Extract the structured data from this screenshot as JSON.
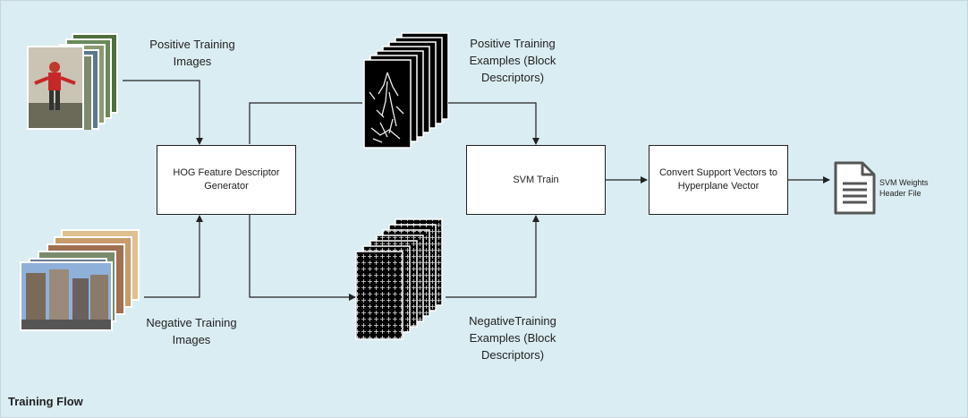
{
  "diagram": {
    "title": "Training Flow",
    "nodes": {
      "hog": "HOG Feature Descriptor Generator",
      "svm_train": "SVM Train",
      "convert": "Convert Support Vectors to Hyperplane Vector"
    },
    "labels": {
      "pos_images": [
        "Positive Training",
        "Images"
      ],
      "neg_images": [
        "Negative Training",
        "Images"
      ],
      "pos_examples": [
        "Positive Training",
        "Examples (Block",
        "Descriptors)"
      ],
      "neg_examples": [
        "NegativeTraining",
        "Examples (Block",
        "Descriptors)"
      ],
      "output_file": [
        "SVM Weights",
        "Header File"
      ]
    }
  },
  "icons": {
    "pos_images": "photo-stack-icon",
    "neg_images": "photo-stack-icon",
    "pos_examples": "descriptor-stack-icon",
    "neg_examples": "descriptor-stack-icon",
    "output_file": "document-icon"
  },
  "colors": {
    "background": "#daedf2",
    "box_border": "#222222",
    "arrow": "#222222"
  }
}
